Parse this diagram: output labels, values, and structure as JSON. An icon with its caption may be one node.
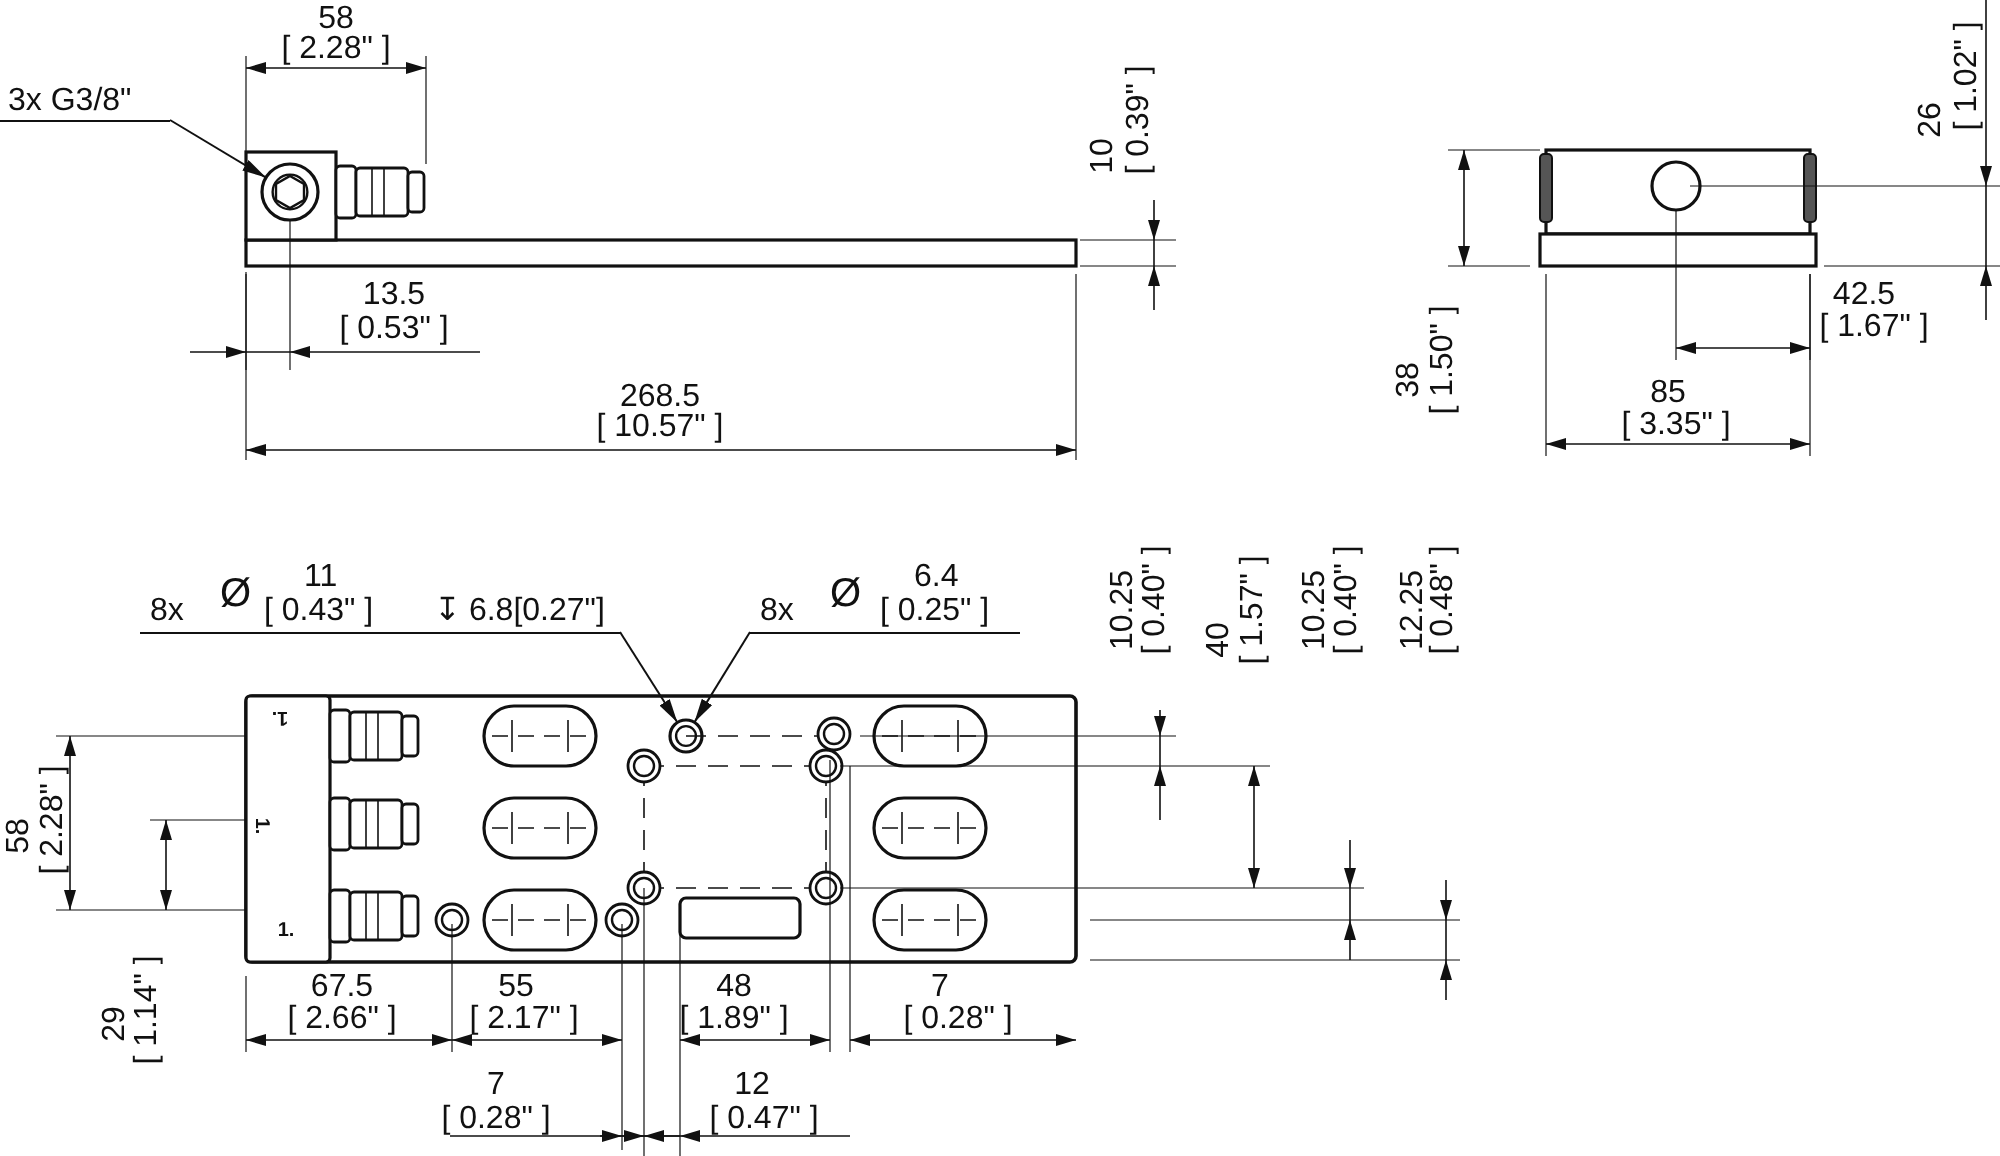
{
  "diagram": {
    "nodes": [
      {
        "text": [
          "3x G3/8\""
        ]
      },
      {
        "text": [],
        "shape": "circle"
      },
      {
        "text": [
          "8x",
          "Ø",
          "11",
          "[ 0.43\" ]",
          "↧ 6.8[0.27\"]"
        ]
      },
      {
        "text": [
          "8x",
          "Ø",
          "6.4",
          "[ 0.25\" ]"
        ]
      },
      {
        "text": [],
        "shape": "circle"
      }
    ],
    "edges": [
      {
        "from": 0,
        "to": 1,
        "arrow": "to"
      },
      {
        "from": 2,
        "to": 4,
        "arrow": "to"
      },
      {
        "from": 3,
        "to": 4,
        "arrow": "to"
      }
    ],
    "labels": [
      "58",
      "[ 2.28\" ]",
      "10",
      "[ 0.39\" ]",
      "26",
      "[ 1.02\" ]",
      "13.5",
      "[ 0.53\" ]",
      "38",
      "[ 1.50\" ]",
      "42.5",
      "[ 1.67\" ]",
      "268.5",
      "[ 10.57\" ]",
      "85",
      "[ 3.35\" ]",
      "10.25",
      "[ 0.40\" ]",
      "40",
      "[ 1.57\" ]",
      "10.25",
      "[ 0.40\" ]",
      "12.25",
      "[ 0.48\" ]",
      "1.",
      "58",
      "[ 2.28\" ]",
      "1.",
      "1.",
      "29",
      "[ 1.14\" ]",
      "67.5",
      "[ 2.66\" ]",
      "55",
      "[ 2.17\" ]",
      "48",
      "[ 1.89\" ]",
      "7",
      "[ 0.28\" ]",
      "7",
      "[ 0.28\" ]",
      "12",
      "[ 0.47\" ]"
    ]
  }
}
